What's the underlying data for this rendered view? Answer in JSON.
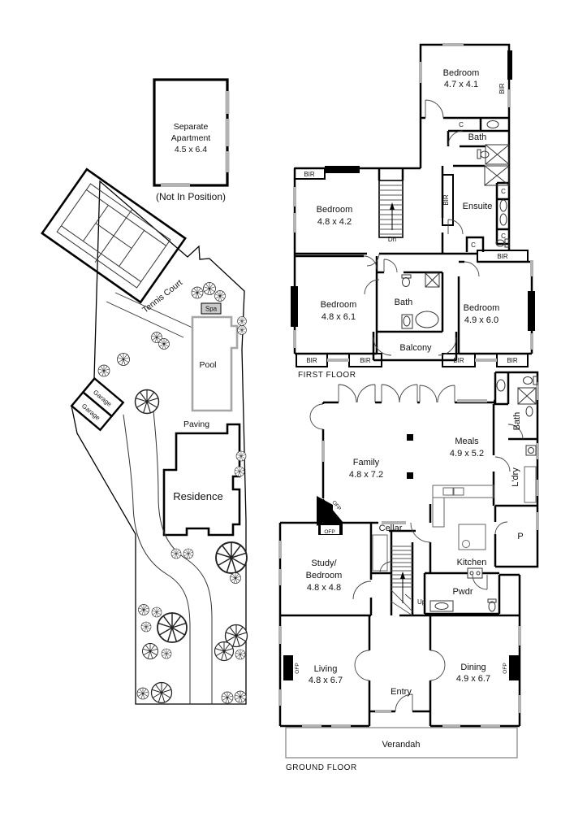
{
  "apartment": {
    "line1": "Separate",
    "line2": "Apartment",
    "dims": "4.5 x 6.4",
    "note": "(Not In Position)"
  },
  "site": {
    "tennis_court": "Tennis Court",
    "spa": "Spa",
    "pool": "Pool",
    "paving": "Paving",
    "residence": "Residence",
    "garage_upper": "Garage",
    "garage_lower": "Garage"
  },
  "first_floor": {
    "title": "FIRST FLOOR",
    "bedroom_top": {
      "name": "Bedroom",
      "dims": "4.7 x 4.1"
    },
    "bedroom_mid": {
      "name": "Bedroom",
      "dims": "4.8 x 4.2"
    },
    "bedroom_left": {
      "name": "Bedroom",
      "dims": "4.8 x 6.1"
    },
    "bedroom_right": {
      "name": "Bedroom",
      "dims": "4.9 x 6.0"
    },
    "bath_top": "Bath",
    "bath": "Bath",
    "ensuite": "Ensuite",
    "balcony": "Balcony",
    "down": "Dn"
  },
  "ground_floor": {
    "title": "GROUND FLOOR",
    "family": {
      "name": "Family",
      "dims": "4.8 x 7.2"
    },
    "meals": {
      "name": "Meals",
      "dims": "4.9 x 5.2"
    },
    "study": {
      "line1": "Study/",
      "line2": "Bedroom",
      "dims": "4.8 x 4.8"
    },
    "living": {
      "name": "Living",
      "dims": "4.8 x 6.7"
    },
    "dining": {
      "name": "Dining",
      "dims": "4.9 x 6.7"
    },
    "kitchen": "Kitchen",
    "cellar": "Cellar",
    "powder": "Pwdr",
    "pantry": "P",
    "bath": "Bath",
    "laundry": "L'dry",
    "entry": "Entry",
    "verandah": "Verandah",
    "up": "Up"
  },
  "labels": {
    "bir": "BIR",
    "c": "C",
    "ofp": "OFP"
  },
  "colors": {
    "wall": "#000000",
    "window": "#b3b3b3",
    "pool_edge": "#a6a6a6",
    "spa_fill": "#c9c9c9",
    "text": "#111111",
    "background": "#ffffff"
  }
}
